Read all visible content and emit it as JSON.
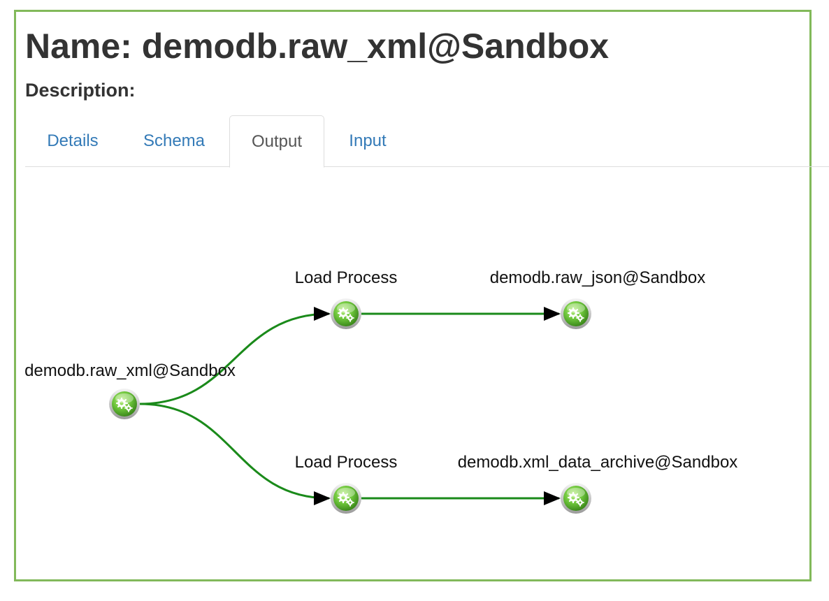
{
  "header": {
    "title": "Name: demodb.raw_xml@Sandbox",
    "description_label": "Description:"
  },
  "tabs": [
    {
      "label": "Details",
      "active": false
    },
    {
      "label": "Schema",
      "active": false
    },
    {
      "label": "Output",
      "active": true
    },
    {
      "label": "Input",
      "active": false
    }
  ],
  "lineage": {
    "nodes": [
      {
        "id": "source",
        "label": "demodb.raw_xml@Sandbox",
        "kind": "dataset",
        "icon": "gears-icon"
      },
      {
        "id": "process-top",
        "label": "Load Process",
        "kind": "process",
        "icon": "gears-icon"
      },
      {
        "id": "target-json",
        "label": "demodb.raw_json@Sandbox",
        "kind": "dataset",
        "icon": "gears-icon"
      },
      {
        "id": "process-bottom",
        "label": "Load Process",
        "kind": "process",
        "icon": "gears-icon"
      },
      {
        "id": "target-archive",
        "label": "demodb.xml_data_archive@Sandbox",
        "kind": "dataset",
        "icon": "gears-icon"
      }
    ],
    "edges": [
      {
        "from": "source",
        "to": "process-top"
      },
      {
        "from": "process-top",
        "to": "target-json"
      },
      {
        "from": "source",
        "to": "process-bottom"
      },
      {
        "from": "process-bottom",
        "to": "target-archive"
      }
    ]
  },
  "colors": {
    "frame_border": "#82b95a",
    "edge": "#1a8a1a",
    "arrowhead": "#000000",
    "node_green": "#6cc43a",
    "tab_link": "#337ab7",
    "tab_active_text": "#555555"
  }
}
